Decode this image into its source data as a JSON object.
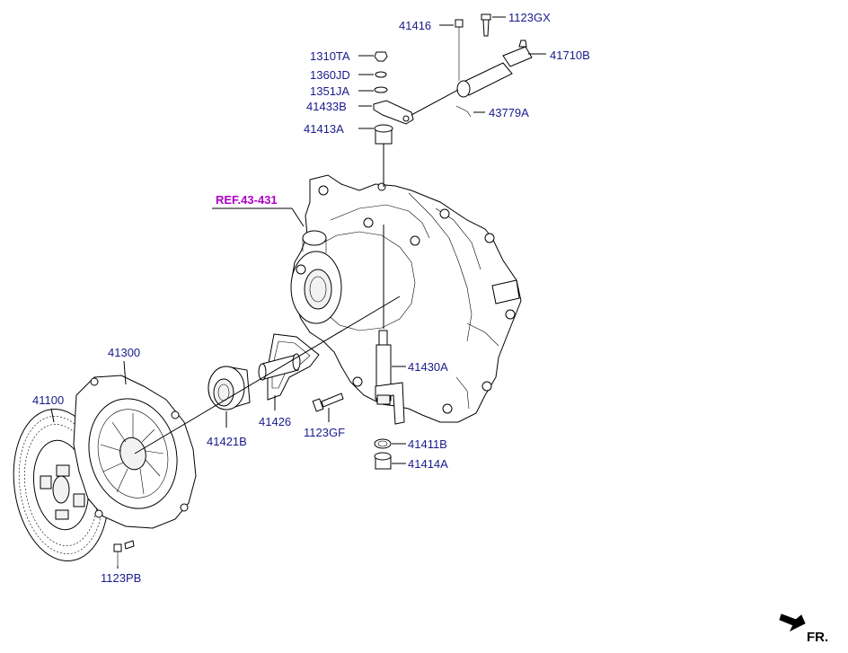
{
  "diagram": {
    "ref_label": "REF.43-431",
    "direction_label": "FR.",
    "part_labels": {
      "p41416": "41416",
      "p1123GX": "1123GX",
      "p1310TA": "1310TA",
      "p41710B": "41710B",
      "p1360JD": "1360JD",
      "p1351JA": "1351JA",
      "p41433B": "41433B",
      "p43779A": "43779A",
      "p41413A": "41413A",
      "p41300": "41300",
      "p41100": "41100",
      "p41430A": "41430A",
      "p41426": "41426",
      "p41421B": "41421B",
      "p1123GF": "1123GF",
      "p41411B": "41411B",
      "p41414A": "41414A",
      "p1123PB": "1123PB"
    },
    "colors": {
      "part_number_text": "#1a1a8c",
      "reference_text": "#b000c8",
      "line_art": "#000000",
      "background": "#ffffff"
    }
  }
}
